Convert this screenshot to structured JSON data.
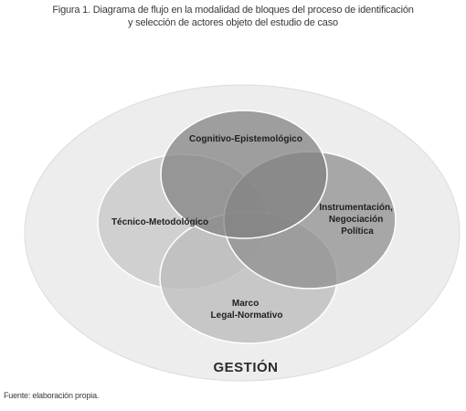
{
  "caption": {
    "line1": "Figura 1. Diagrama de flujo en la modalidad de bloques del proceso de identificación",
    "line2": "y selección de actores objeto del estudio de caso"
  },
  "diagram": {
    "outer_label": "GESTIÓN",
    "blocks": {
      "cognitivo": "Cognitivo-Epistemológico",
      "tecnico": "Técnico-Metodológico",
      "instrumentacion": [
        "Instrumentación,",
        "Negociación",
        "Política"
      ],
      "marco": [
        "Marco",
        "Legal-Normativo"
      ]
    }
  },
  "source": "Fuente: elaboración propia.",
  "colors": {
    "outer_ellipse": "#ededed",
    "cognitivo": "#8c8c8c",
    "tecnico": "#cccccc",
    "instrumentacion": "#9e9e9e",
    "marco": "#c2c2c2"
  }
}
